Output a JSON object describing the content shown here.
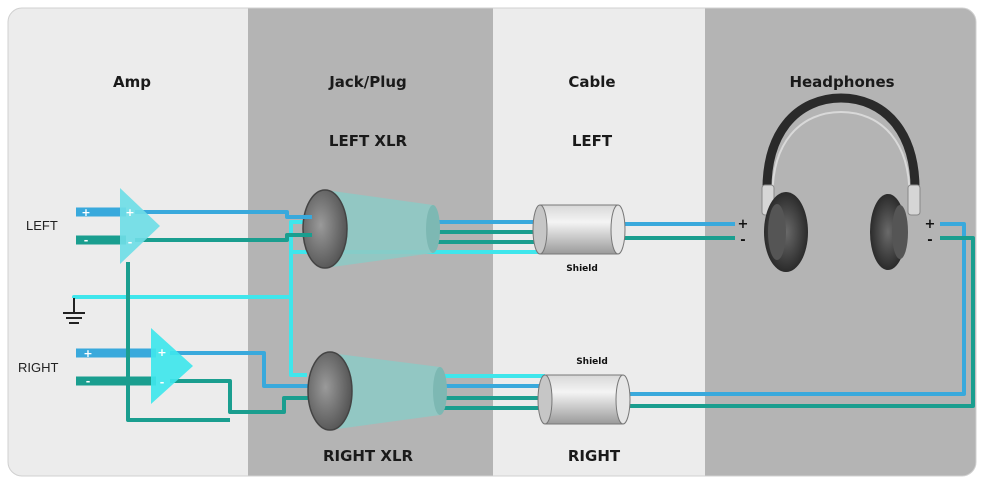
{
  "columns": {
    "amp": "Amp",
    "jack_plug": "Jack/Plug",
    "cable": "Cable",
    "headphones": "Headphones"
  },
  "labels": {
    "left_xlr": "LEFT XLR",
    "right_xlr": "RIGHT XLR",
    "cable_left": "LEFT",
    "cable_right": "RIGHT",
    "input_left": "LEFT",
    "input_right": "RIGHT",
    "shield_top": "Shield",
    "shield_bottom": "Shield",
    "plus": "+",
    "minus": "-"
  },
  "colors": {
    "positive": "#39a9dc",
    "negative": "#1a9e8f",
    "shield": "#3fe6ec",
    "amp": "#6fdde6",
    "xlr_body": "#8ec9c4",
    "panel_light": "#ececec",
    "panel_dark": "#b4b4b4"
  },
  "icons": [
    "ground-icon",
    "headphones-icon",
    "amplifier-icon",
    "xlr-connector-icon",
    "cable-icon"
  ]
}
